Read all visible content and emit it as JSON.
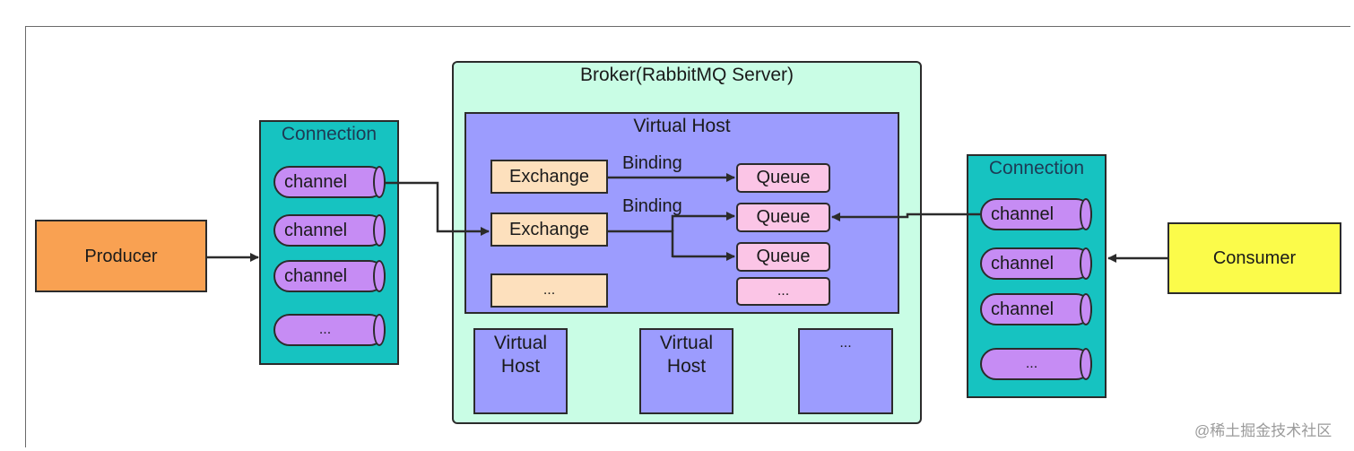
{
  "producer": {
    "label": "Producer"
  },
  "consumer": {
    "label": "Consumer"
  },
  "connection_left": {
    "title": "Connection",
    "channels": [
      "channel",
      "channel",
      "channel",
      "..."
    ]
  },
  "connection_right": {
    "title": "Connection",
    "channels": [
      "channel",
      "channel",
      "channel",
      "..."
    ]
  },
  "broker": {
    "title": "Broker(RabbitMQ Server)",
    "virtual_host": {
      "title": "Virtual Host",
      "exchanges": [
        "Exchange",
        "Exchange",
        "..."
      ],
      "queues": [
        "Queue",
        "Queue",
        "Queue",
        "..."
      ],
      "bindings": [
        "Binding",
        "Binding"
      ]
    },
    "other_hosts": [
      "Virtual Host",
      "Virtual Host",
      "..."
    ]
  },
  "watermark": "@稀土掘金技术社区",
  "colors": {
    "producer": "#f9a152",
    "consumer": "#fbfb4a",
    "connection": "#16c3c1",
    "channel": "#c68cf4",
    "broker": "#c9fde5",
    "virtual_host": "#9c9cfe",
    "exchange": "#fde0bd",
    "queue": "#fbc5e6"
  }
}
